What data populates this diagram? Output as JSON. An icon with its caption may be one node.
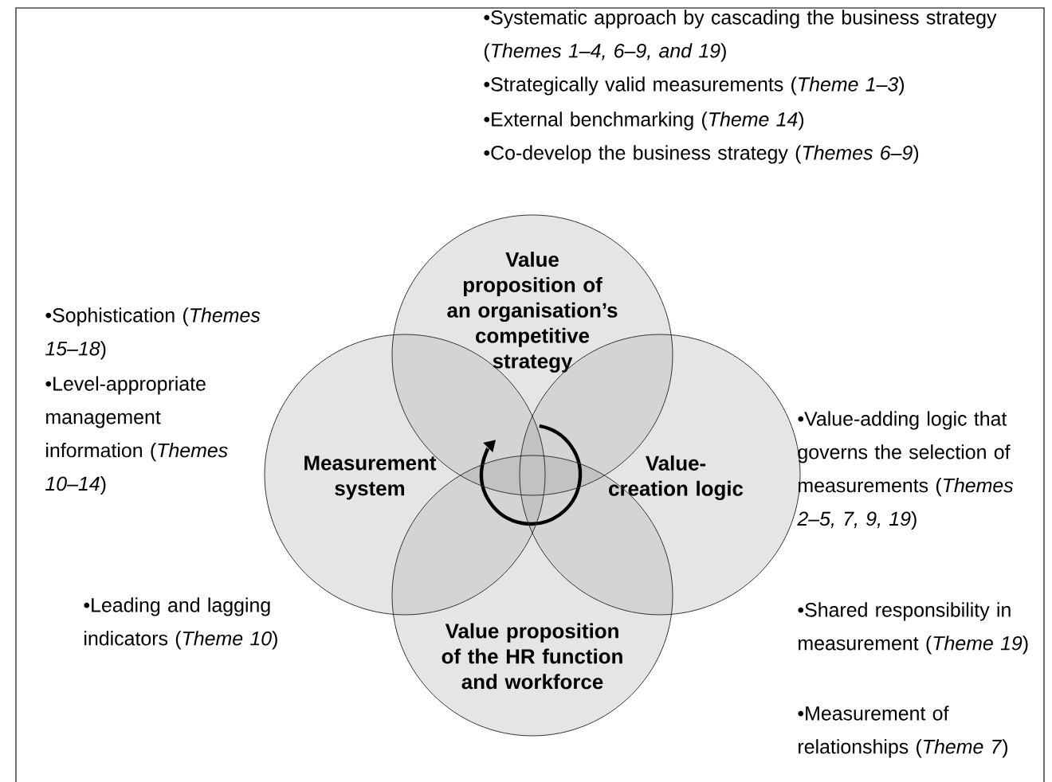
{
  "diagram": {
    "nodes": [
      {
        "text": [
          "Value proposition of an organisation’s competitive strategy"
        ]
      },
      {
        "text": [
          "Measurement system"
        ]
      },
      {
        "text": [
          "Value-creation logic"
        ]
      },
      {
        "text": [
          "Value proposition of the HR function and workforce"
        ]
      }
    ],
    "labels": [
      "•Systematic approach by cascading the business strategy (*Themes 1–4, 6–9, and 19*)",
      "•Strategically valid measurements (*Theme 1–3*)",
      "•External benchmarking (*Theme 14*)",
      "•Co-develop the business strategy (*Themes 6–9*)",
      "•Sophistication (*Themes 15–18*)",
      "•Level-appropriate management information (*Themes 10–14*)",
      "•Value-adding logic that governs the selection of measurements (*Themes 2–5, 7, 9, 19*)",
      "•Leading and lagging indicators (*Theme 10*)",
      "•Shared responsibility in measurement (*Theme 19*)",
      "•Measurement of relationships (*Theme 7*)"
    ]
  }
}
